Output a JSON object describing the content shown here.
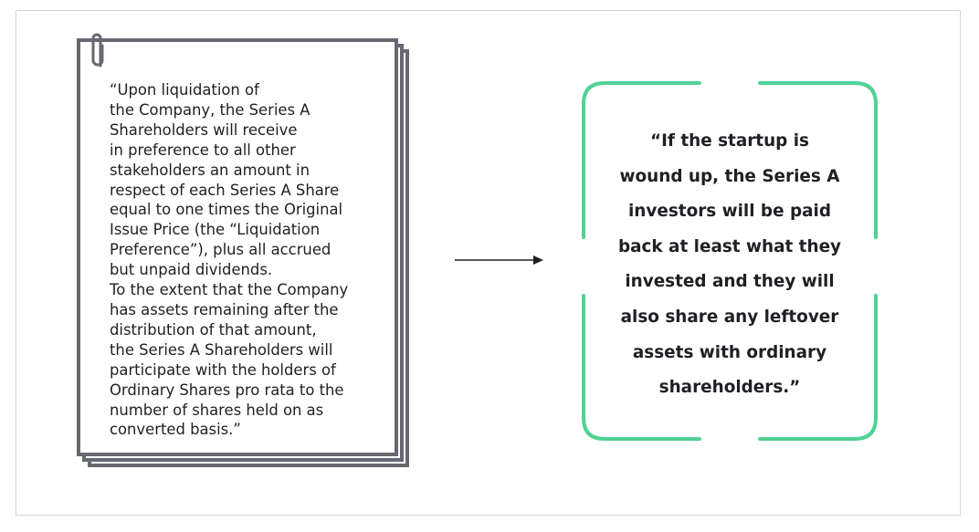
{
  "document": {
    "lines": [
      "“Upon liquidation of",
      "the Company, the Series A",
      "Shareholders will receive",
      "in preference to all other",
      "stakeholders an amount in",
      "respect of each Series A Share",
      "equal to one times the Original",
      "Issue Price (the “Liquidation",
      "Preference”), plus all accrued",
      "but unpaid dividends.",
      "To the extent that the Company",
      "has assets remaining after the",
      "distribution of that amount,",
      "the Series A Shareholders will",
      "participate with the holders of",
      "Ordinary Shares pro rata to the",
      "number of shares held on as",
      "converted basis.”"
    ],
    "icon": "paperclip-icon",
    "border_color": "#666872"
  },
  "connector": {
    "icon": "arrow-right-icon",
    "color": "#1f2024"
  },
  "translation": {
    "lines": [
      "“If the startup is",
      "wound up, the Series A",
      "investors will be paid",
      "back at least what they",
      "invested and they will",
      "also share any leftover",
      "assets with ordinary",
      "shareholders.”"
    ],
    "accent_color": "#4fd294"
  }
}
